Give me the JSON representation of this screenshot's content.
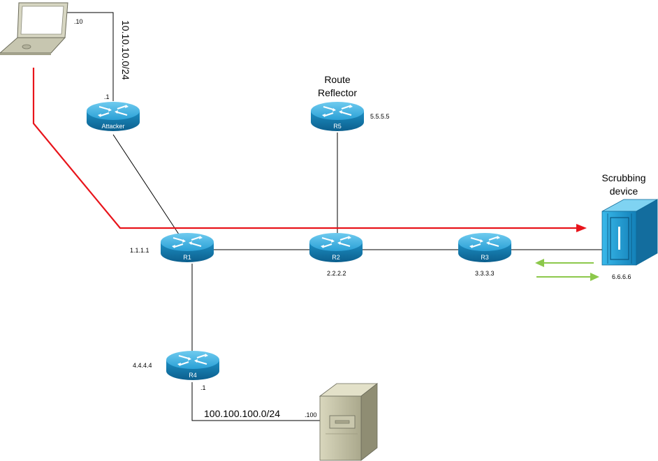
{
  "devices": {
    "laptop": {
      "label": "",
      "ip_suffix": ".10",
      "icon": "laptop-icon"
    },
    "attacker": {
      "label": "Attacker",
      "ip_suffix": ".1",
      "icon": "router-icon"
    },
    "r1": {
      "label": "R1",
      "loopback": "1.1.1.1",
      "icon": "router-icon"
    },
    "r2": {
      "label": "R2",
      "loopback": "2.2.2.2",
      "icon": "router-icon"
    },
    "r3": {
      "label": "R3",
      "loopback": "3.3.3.3",
      "icon": "router-icon"
    },
    "r4": {
      "label": "R4",
      "loopback": "4.4.4.4",
      "ip_suffix": ".1",
      "icon": "router-icon"
    },
    "r5": {
      "label": "R5",
      "loopback": "5.5.5.5",
      "title_line1": "Route",
      "title_line2": "Reflector",
      "icon": "router-icon"
    },
    "scrubber": {
      "title_line1": "Scrubbing",
      "title_line2": "device",
      "loopback": "6.6.6.6",
      "icon": "scrubbing-appliance-icon"
    },
    "server": {
      "ip_suffix": ".100",
      "icon": "server-tower-icon"
    }
  },
  "networks": {
    "attacker_lan": "10.10.10.0/24",
    "server_lan": "100.100.100.0/24"
  },
  "colors": {
    "attack_path": "#e8141b",
    "clean_traffic": "#8cc84b",
    "router_body": "#1a8fc5",
    "router_top": "#5bc0e8"
  }
}
